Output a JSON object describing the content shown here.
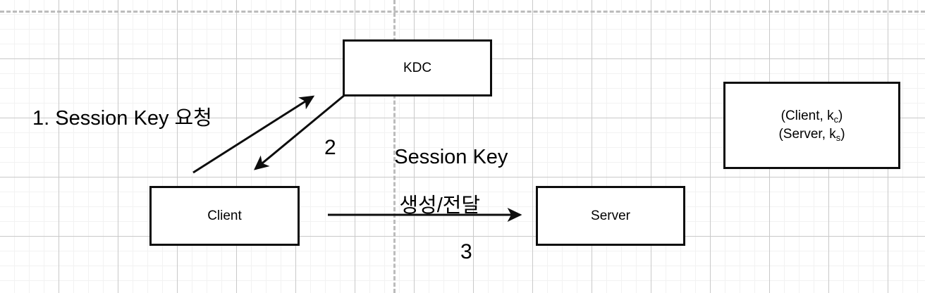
{
  "diagram": {
    "title_text_present": false,
    "background": {
      "grid_minor_color": "#f2f2f2",
      "grid_major_color": "#c9c9c9",
      "guide_color": "#bcbcbc",
      "page_color": "#ffffff"
    },
    "stroke_color": "#0d0d0d",
    "nodes": [
      {
        "id": "kdc",
        "label": "KDC"
      },
      {
        "id": "client",
        "label": "Client"
      },
      {
        "id": "server",
        "label": "Server"
      }
    ],
    "key_box": {
      "lines": [
        {
          "prefix": "(Client, k",
          "sub": "c",
          "suffix": ")"
        },
        {
          "prefix": "(Server, k",
          "sub": "s",
          "suffix": ")"
        }
      ]
    },
    "labels": {
      "step1": "1. Session Key 요청",
      "step2": "2",
      "step3": "3",
      "session_line1": "Session Key",
      "session_line2": "생성/전달"
    },
    "arrows": [
      {
        "id": "client-to-kdc",
        "direction": "up-right",
        "step": "1"
      },
      {
        "id": "kdc-to-client",
        "direction": "down-left",
        "step": "2"
      },
      {
        "id": "client-to-server",
        "direction": "right",
        "step": "3"
      }
    ]
  }
}
